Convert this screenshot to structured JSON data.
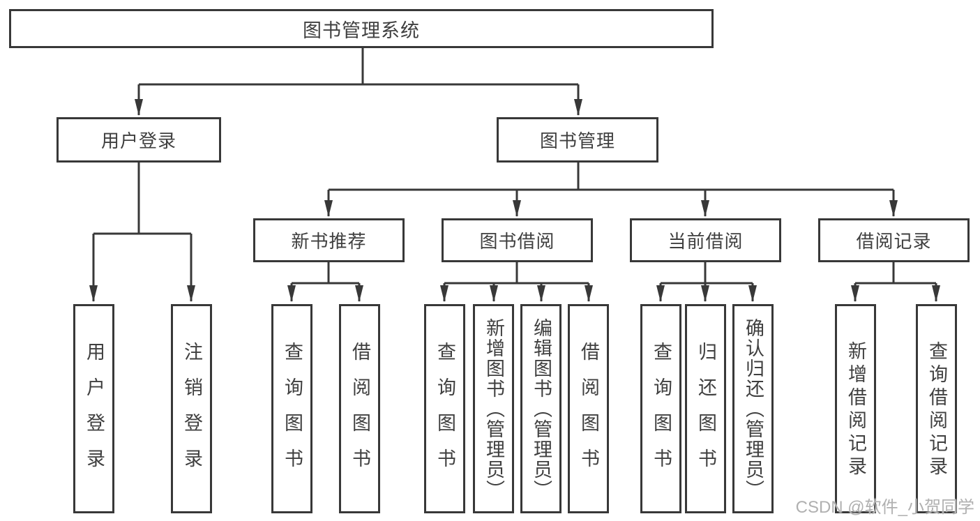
{
  "diagram": {
    "title": "图书管理系统",
    "level2": {
      "user_login": "用户登录",
      "book_management": "图书管理"
    },
    "level3": {
      "new_book_recommend": "新书推荐",
      "book_borrow": "图书借阅",
      "current_borrow": "当前借阅",
      "borrow_records": "借阅记录"
    },
    "leaves": {
      "user_login": [
        "用户登录",
        "注销登录"
      ],
      "new_book_recommend": [
        "查询图书",
        "借阅图书"
      ],
      "book_borrow": [
        "查询图书",
        "新增图书（管理员）",
        "编辑图书（管理员）",
        "借阅图书"
      ],
      "current_borrow": [
        "查询图书",
        "归还图书",
        "确认归还（管理员）"
      ],
      "borrow_records": [
        "新增借阅记录",
        "查询借阅记录"
      ]
    }
  },
  "watermark": "CSDN @软件_小贺同学",
  "colors": {
    "line": "#383838",
    "text": "#3f3f3f",
    "background": "#ffffff",
    "watermark": "#b0b0b0"
  }
}
